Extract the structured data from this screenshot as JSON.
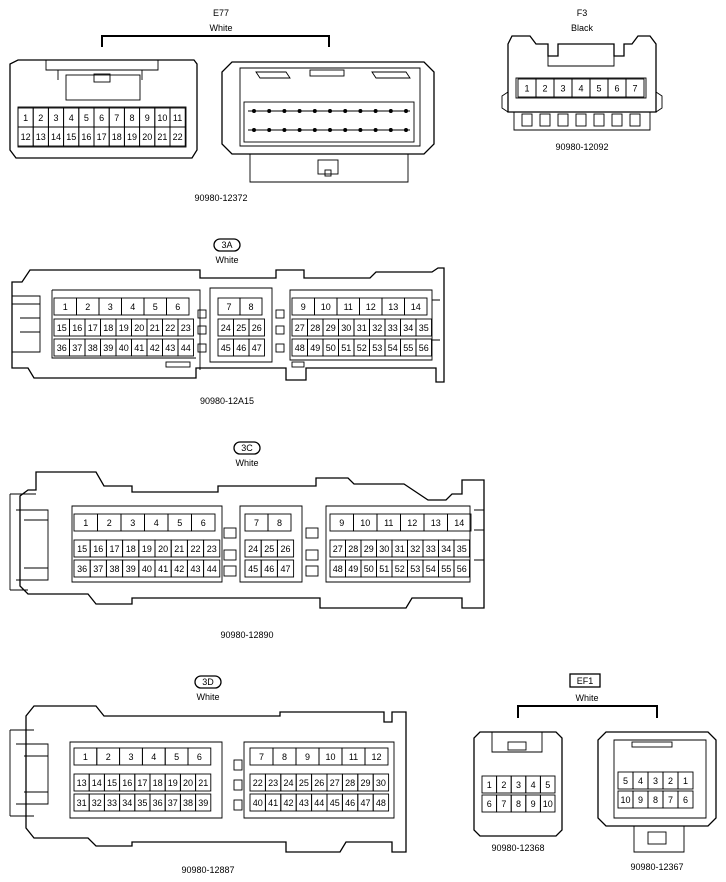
{
  "connectors": {
    "e77": {
      "id": "E77",
      "color": "White",
      "part": "90980-12372",
      "row1": [
        "1",
        "2",
        "3",
        "4",
        "5",
        "6",
        "7",
        "8",
        "9",
        "10",
        "11"
      ],
      "row2": [
        "12",
        "13",
        "14",
        "15",
        "16",
        "17",
        "18",
        "19",
        "20",
        "21",
        "22"
      ]
    },
    "f3": {
      "id": "F3",
      "color": "Black",
      "part": "90980-12092",
      "row1": [
        "1",
        "2",
        "3",
        "4",
        "5",
        "6",
        "7"
      ]
    },
    "c3a": {
      "id": "3A",
      "color": "White",
      "part": "90980-12A15",
      "top": [
        "1",
        "2",
        "3",
        "4",
        "5",
        "6",
        "7",
        "8",
        "9",
        "10",
        "11",
        "12",
        "13",
        "14"
      ],
      "mid": [
        "15",
        "16",
        "17",
        "18",
        "19",
        "20",
        "21",
        "22",
        "23",
        "24",
        "25",
        "26",
        "27",
        "28",
        "29",
        "30",
        "31",
        "32",
        "33",
        "34",
        "35"
      ],
      "bot": [
        "36",
        "37",
        "38",
        "39",
        "40",
        "41",
        "42",
        "43",
        "44",
        "45",
        "46",
        "47",
        "48",
        "49",
        "50",
        "51",
        "52",
        "53",
        "54",
        "55",
        "56"
      ]
    },
    "c3c": {
      "id": "3C",
      "color": "White",
      "part": "90980-12890",
      "top": [
        "1",
        "2",
        "3",
        "4",
        "5",
        "6",
        "7",
        "8",
        "9",
        "10",
        "11",
        "12",
        "13",
        "14"
      ],
      "mid": [
        "15",
        "16",
        "17",
        "18",
        "19",
        "20",
        "21",
        "22",
        "23",
        "24",
        "25",
        "26",
        "27",
        "28",
        "29",
        "30",
        "31",
        "32",
        "33",
        "34",
        "35"
      ],
      "bot": [
        "36",
        "37",
        "38",
        "39",
        "40",
        "41",
        "42",
        "43",
        "44",
        "45",
        "46",
        "47",
        "48",
        "49",
        "50",
        "51",
        "52",
        "53",
        "54",
        "55",
        "56"
      ]
    },
    "c3d": {
      "id": "3D",
      "color": "White",
      "part": "90980-12887",
      "top": [
        "1",
        "2",
        "3",
        "4",
        "5",
        "6",
        "7",
        "8",
        "9",
        "10",
        "11",
        "12"
      ],
      "mid": [
        "13",
        "14",
        "15",
        "16",
        "17",
        "18",
        "19",
        "20",
        "21",
        "22",
        "23",
        "24",
        "25",
        "26",
        "27",
        "28",
        "29",
        "30"
      ],
      "bot": [
        "31",
        "32",
        "33",
        "34",
        "35",
        "36",
        "37",
        "38",
        "39",
        "40",
        "41",
        "42",
        "43",
        "44",
        "45",
        "46",
        "47",
        "48"
      ]
    },
    "ef1": {
      "id": "EF1",
      "color": "White",
      "part_left": "90980-12368",
      "part_right": "90980-12367",
      "left_row1": [
        "1",
        "2",
        "3",
        "4",
        "5"
      ],
      "left_row2": [
        "6",
        "7",
        "8",
        "9",
        "10"
      ],
      "right_row1": [
        "5",
        "4",
        "3",
        "2",
        "1"
      ],
      "right_row2": [
        "10",
        "9",
        "8",
        "7",
        "6"
      ]
    }
  }
}
